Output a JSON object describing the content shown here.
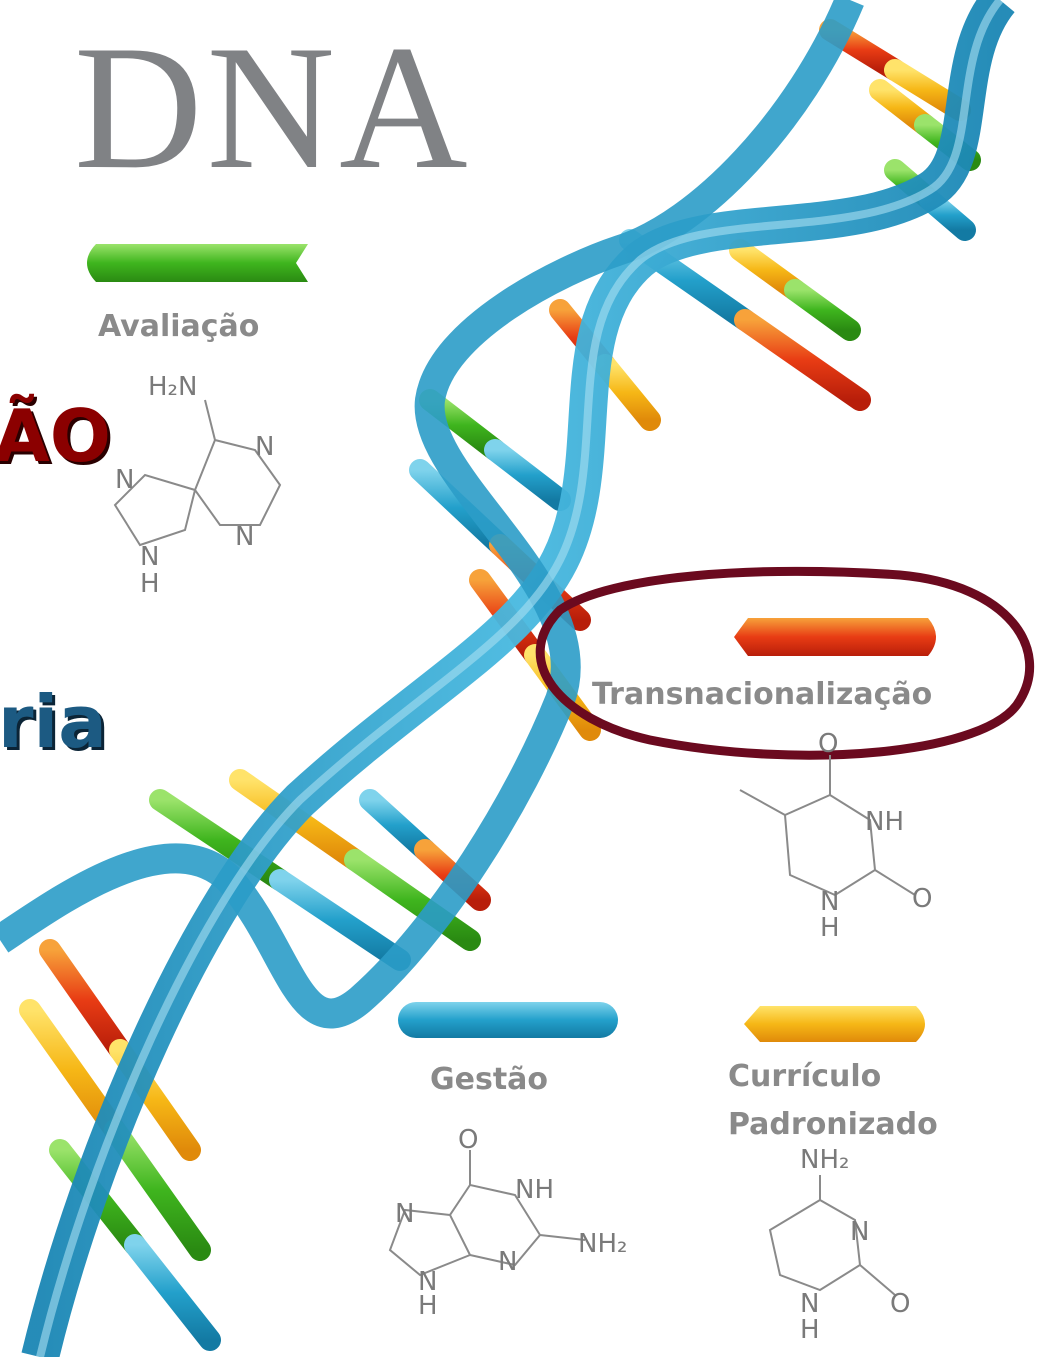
{
  "title": "DNA",
  "side_fragments": {
    "paren": ")",
    "red_heading": "ÃO",
    "blue_heading": "ria"
  },
  "labels": {
    "avaliacao": "Avaliação",
    "transnacionalizacao": "Transnacionalização",
    "gestao": "Gestão",
    "curriculo_line1": "Currículo",
    "curriculo_line2": "Padronizado"
  },
  "chem_labels": {
    "h2n": "H₂N",
    "n": "N",
    "h": "H",
    "nh": "NH",
    "o": "O",
    "nh2": "NH₂"
  },
  "colors": {
    "helix_blue": "#2fa4cf",
    "green": "#4cc22e",
    "red": "#e8401c",
    "yellow": "#f7c21a",
    "cyan_bar": "#2aa6cc",
    "highlight_circle": "#6b0a1f"
  }
}
